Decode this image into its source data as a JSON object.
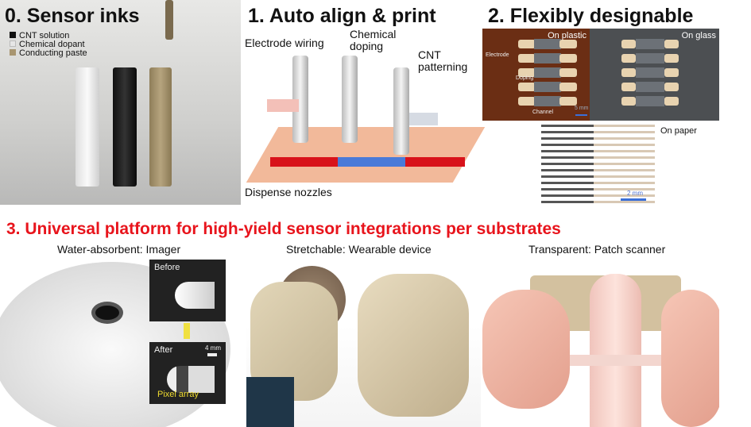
{
  "panel0": {
    "title": "0. Sensor inks",
    "legend": [
      {
        "label": "CNT solution",
        "color": "#111111"
      },
      {
        "label": "Chemical dopant",
        "color": "#e6e6e6"
      },
      {
        "label": "Conducting paste",
        "color": "#a89570"
      }
    ]
  },
  "panel1": {
    "title": "1. Auto align & print",
    "labels": {
      "electrode": "Electrode wiring",
      "doping": "Chemical\ndoping",
      "cnt": "CNT\npatterning",
      "nozzles": "Dispense nozzles"
    }
  },
  "panel2": {
    "title": "2. Flexibly designable",
    "plastic": "On plastic",
    "glass": "On glass",
    "paper": "On paper",
    "electrode": "Electrode",
    "doping": "Doping",
    "channel": "Channel",
    "scale_plastic": "5 mm",
    "scale_paper": "2 mm"
  },
  "panel3": {
    "title": "3. Universal platform for high-yield sensor integrations per substrates",
    "title_color": "#e8141c",
    "imager": {
      "caption": "Water-absorbent: Imager",
      "before": "Before",
      "after": "After",
      "scale": "4 mm",
      "pixel": "Pixel array"
    },
    "wearable": {
      "caption": "Stretchable: Wearable device"
    },
    "scanner": {
      "caption": "Transparent: Patch scanner"
    }
  }
}
